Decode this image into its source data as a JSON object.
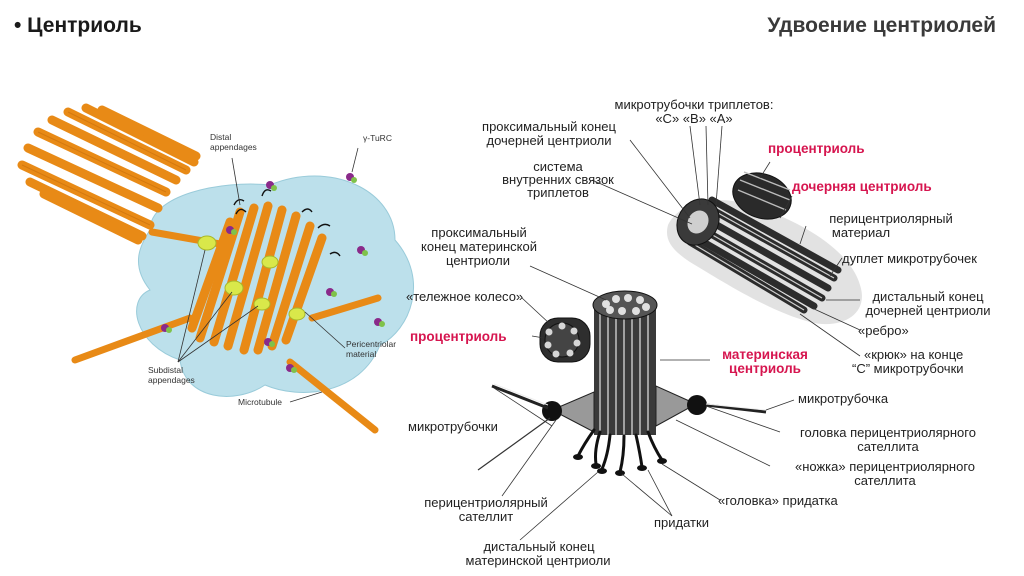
{
  "slide": {
    "bullet_title": "• Центриоль",
    "right_title": "Удвоение центриолей"
  },
  "left_diagram": {
    "labels": {
      "distal_1": "Distal",
      "distal_2": "appendages",
      "gamma_turc": "γ-TuRC",
      "pericentriolar_1": "Pericentriolar",
      "pericentriolar_2": "material",
      "subdistal_1": "Subdistal",
      "subdistal_2": "appendages",
      "microtubule": "Microtubule"
    },
    "colors": {
      "centriole": "#f08c14",
      "pcm": "#a9d9e6",
      "appendage": "#d9e84a"
    }
  },
  "right_diagram": {
    "labels": {
      "triplets_1": "микротрубочки триплетов:",
      "triplets_2": "«С» «В» «А»",
      "prox_daughter_1": "проксимальный конец",
      "prox_daughter_2": "дочерней центриоли",
      "inner_links_1": "система",
      "inner_links_2": "внутренних связок",
      "inner_links_3": "триплетов",
      "procentriole_top": "процентриоль",
      "daughter": "дочерняя центриоль",
      "pcm_1": "перицентриолярный",
      "pcm_2": "материал",
      "doublet": "дуплет микротрубочек",
      "prox_mother_1": "проксимальный",
      "prox_mother_2": "конец материнской",
      "prox_mother_3": "центриоли",
      "cartwheel": "«тележное колесо»",
      "distal_daughter_1": "дистальный конец",
      "distal_daughter_2": "дочерней центриоли",
      "rib": "«ребро»",
      "procentriole_left": "процентриоль",
      "mother_1": "материнская",
      "mother_2": "центриоль",
      "hook_1": "«крюк» на конце",
      "hook_2": "“С” микротрубочки",
      "microtubules": "микротрубочки",
      "microtubule": "микротрубочка",
      "sat_head_1": "головка перицентриолярного",
      "sat_head_2": "сателлита",
      "sat_leg_1": "«ножка» перицентриолярного",
      "sat_leg_2": "сателлита",
      "satellite_1": "перицентриолярный",
      "satellite_2": "сателлит",
      "app_head": "«головка» придатка",
      "appendages": "придатки",
      "distal_mother_1": "дистальный конец",
      "distal_mother_2": "материнской центриоли"
    },
    "colors": {
      "highlight": "#d6154f",
      "tubule": "#555555"
    }
  }
}
